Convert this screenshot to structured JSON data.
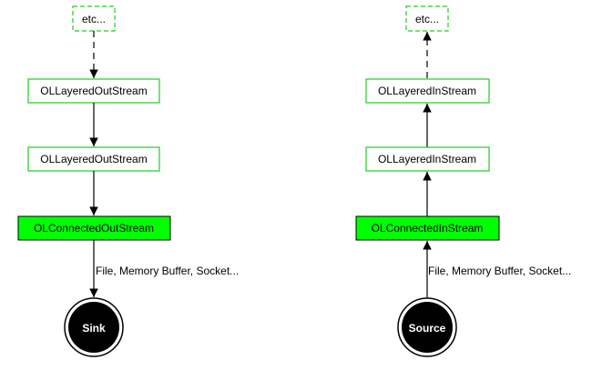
{
  "colors": {
    "node_border": "#22cc22",
    "node_fill_solid": "#00ff00",
    "terminal_fill": "#000000",
    "line": "#000000"
  },
  "left": {
    "etc_label": "etc...",
    "layered_top_label": "OLLayeredOutStream",
    "layered_mid_label": "OLLayeredOutStream",
    "connected_label": "OLConnectedOutStream",
    "edge_label": "File, Memory Buffer, Socket...",
    "terminal_label": "Sink"
  },
  "right": {
    "etc_label": "etc...",
    "layered_top_label": "OLLayeredInStream",
    "layered_mid_label": "OLLayeredInStream",
    "connected_label": "OLConnectedInStream",
    "edge_label": "File, Memory Buffer, Socket...",
    "terminal_label": "Source"
  }
}
